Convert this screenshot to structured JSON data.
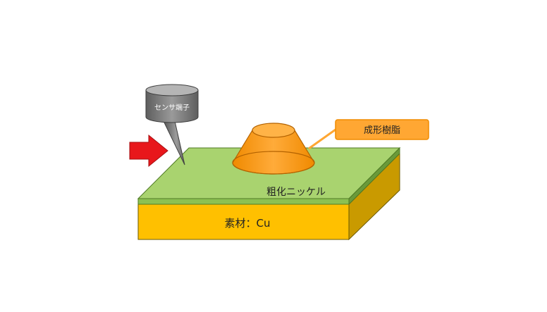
{
  "diagram": {
    "labels": {
      "sensor": "センサ端子",
      "resin": "成形樹脂",
      "nickel": "粗化ニッケル",
      "substrate": "素材：Cu"
    },
    "colors": {
      "nickel_top": "#a9d36f",
      "nickel_edge": "#6a9a3a",
      "substrate_front": "#ffc000",
      "substrate_side": "#c99a00",
      "resin": "#ff9f1c",
      "resin_top": "#ffb347",
      "resin_callout_fill": "#ffa733",
      "resin_callout_border": "#f08c00",
      "arrow": "#e8171b",
      "sensor_body": "#7d7d7d",
      "sensor_top": "#b5b5b5"
    },
    "icons": {
      "arrow": "red-arrow-icon",
      "sensor": "sensor-probe-icon",
      "resin": "resin-frustum-icon"
    }
  }
}
